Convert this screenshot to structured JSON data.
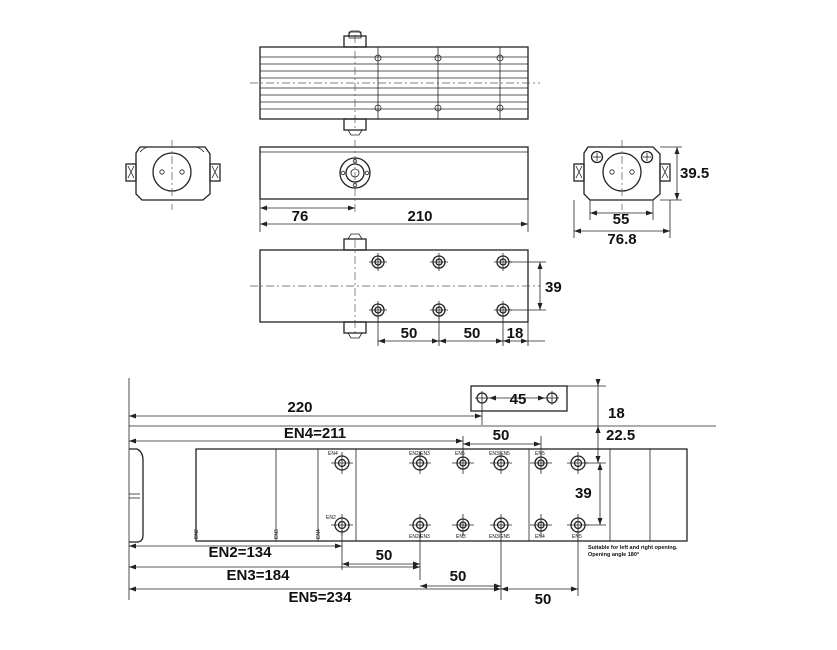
{
  "dimensions": {
    "d76": "76",
    "d210": "210",
    "d39_top": "39",
    "d50_a": "50",
    "d50_b": "50",
    "d18_a": "18",
    "d39_5": "39.5",
    "d55": "55",
    "d76_8": "76.8",
    "d220": "220",
    "d45": "45",
    "d18_b": "18",
    "en4": "EN4=211",
    "d50_c": "50",
    "d22_5": "22.5",
    "d39_bottom": "39",
    "en2": "EN2=134",
    "d50_d": "50",
    "en3": "EN3=184",
    "d50_e": "50",
    "en5": "EN5=234",
    "d50_f": "50"
  },
  "plate_labels": {
    "en4_top": "EN4",
    "en2en3_top": "EN2/EN3",
    "en3en5_top": "EN3/EN5",
    "en5_top_a": "EN5",
    "en5_top_b": "EN5",
    "en2_mid": "EN2",
    "en2en3_bot": "EN2/EN3",
    "en3_bot": "EN3",
    "en3en5_bot": "EN3/EN5",
    "en4_bot": "EN4",
    "en5_bot": "EN5",
    "en2_side": "EN2",
    "en3_side": "EN3",
    "en4_side": "EN4"
  },
  "notes": {
    "line1": "Suitable for left and right opening.",
    "line2": "Opening angle 180°"
  }
}
